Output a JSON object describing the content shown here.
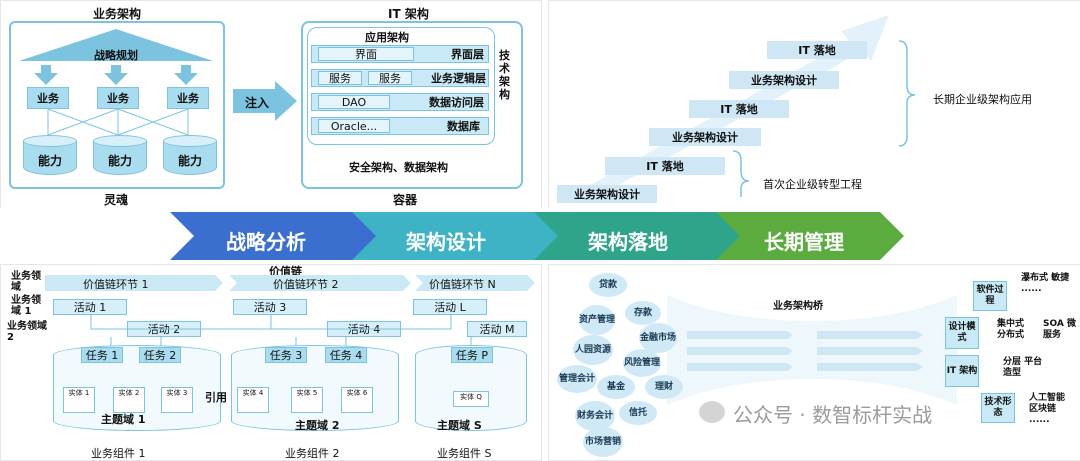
{
  "top_left": {
    "title_business": "业务架构",
    "title_it": "IT 架构",
    "strategy": "战略规划",
    "business_units": [
      "业务",
      "业务",
      "业务"
    ],
    "capabilities": [
      "能力",
      "能力",
      "能力"
    ],
    "soul": "灵魂",
    "inject": "注入",
    "app_arch": "应用架构",
    "layers": [
      {
        "items": [
          "界面"
        ],
        "name": "界面层"
      },
      {
        "items": [
          "服务",
          "服务"
        ],
        "name": "业务逻辑层"
      },
      {
        "items": [
          "DAO"
        ],
        "name": "数据访问层"
      },
      {
        "items": [
          "Oracle..."
        ],
        "name": "数据库"
      }
    ],
    "tech_arch": "技术架构",
    "security": "安全架构、数据架构",
    "container": "容器"
  },
  "top_right": {
    "steps": [
      "业务架构设计",
      "IT 落地",
      "业务架构设计",
      "IT 落地",
      "业务架构设计",
      "IT 落地"
    ],
    "long_term": "长期企业级架构应用",
    "first": "首次企业级转型工程"
  },
  "banner": {
    "stages": [
      {
        "label": "战略分析",
        "color": "#3a6fd0"
      },
      {
        "label": "架构设计",
        "color": "#3fb3c6"
      },
      {
        "label": "架构落地",
        "color": "#2ea58a"
      },
      {
        "label": "长期管理",
        "color": "#5bab3f"
      }
    ]
  },
  "bottom_left": {
    "value_chain": "价值链",
    "side_labels": [
      "业务领域",
      "业务领域 1",
      "业务领域 2"
    ],
    "chain_segments": [
      "价值链环节 1",
      "价值链环节 2",
      "价值链环节 N"
    ],
    "activities_row1": [
      "活动 1",
      "活动 3",
      "活动 L"
    ],
    "activities_row2": [
      "活动 2",
      "活动 4",
      "活动 M"
    ],
    "tasks": [
      "任务 1",
      "任务 2",
      "任务 3",
      "任务 4",
      "任务 P"
    ],
    "entities": [
      "实体 1",
      "实体 2",
      "实体 3",
      "实体 4",
      "实体 5",
      "实体 6",
      "实体 Q"
    ],
    "reference": "引用",
    "domains": [
      "主题域 1",
      "主题域 2",
      "主题域 S"
    ],
    "components": [
      "业务组件 1",
      "业务组件 2",
      "业务组件 S"
    ]
  },
  "bottom_right": {
    "bridge": "业务架构桥",
    "blobs": [
      "贷款",
      "资产管理",
      "存款",
      "金融市场",
      "人园资源",
      "风险管理",
      "管理会计",
      "基金",
      "理财",
      "财务会计",
      "信托",
      "市场营销"
    ],
    "right_labels": [
      {
        "box": "软件过程",
        "text": "瀑布式 敏捷 ......"
      },
      {
        "box": "设计模式",
        "text": "集中式 分布式"
      },
      {
        "box": "IT 架构",
        "text": "分层 平台造型"
      },
      {
        "box": "技术形态",
        "text": "人工智能 区块链 ......"
      }
    ],
    "soa": "SOA 微服务"
  },
  "watermark": "公众号 · 数智标杆实战"
}
